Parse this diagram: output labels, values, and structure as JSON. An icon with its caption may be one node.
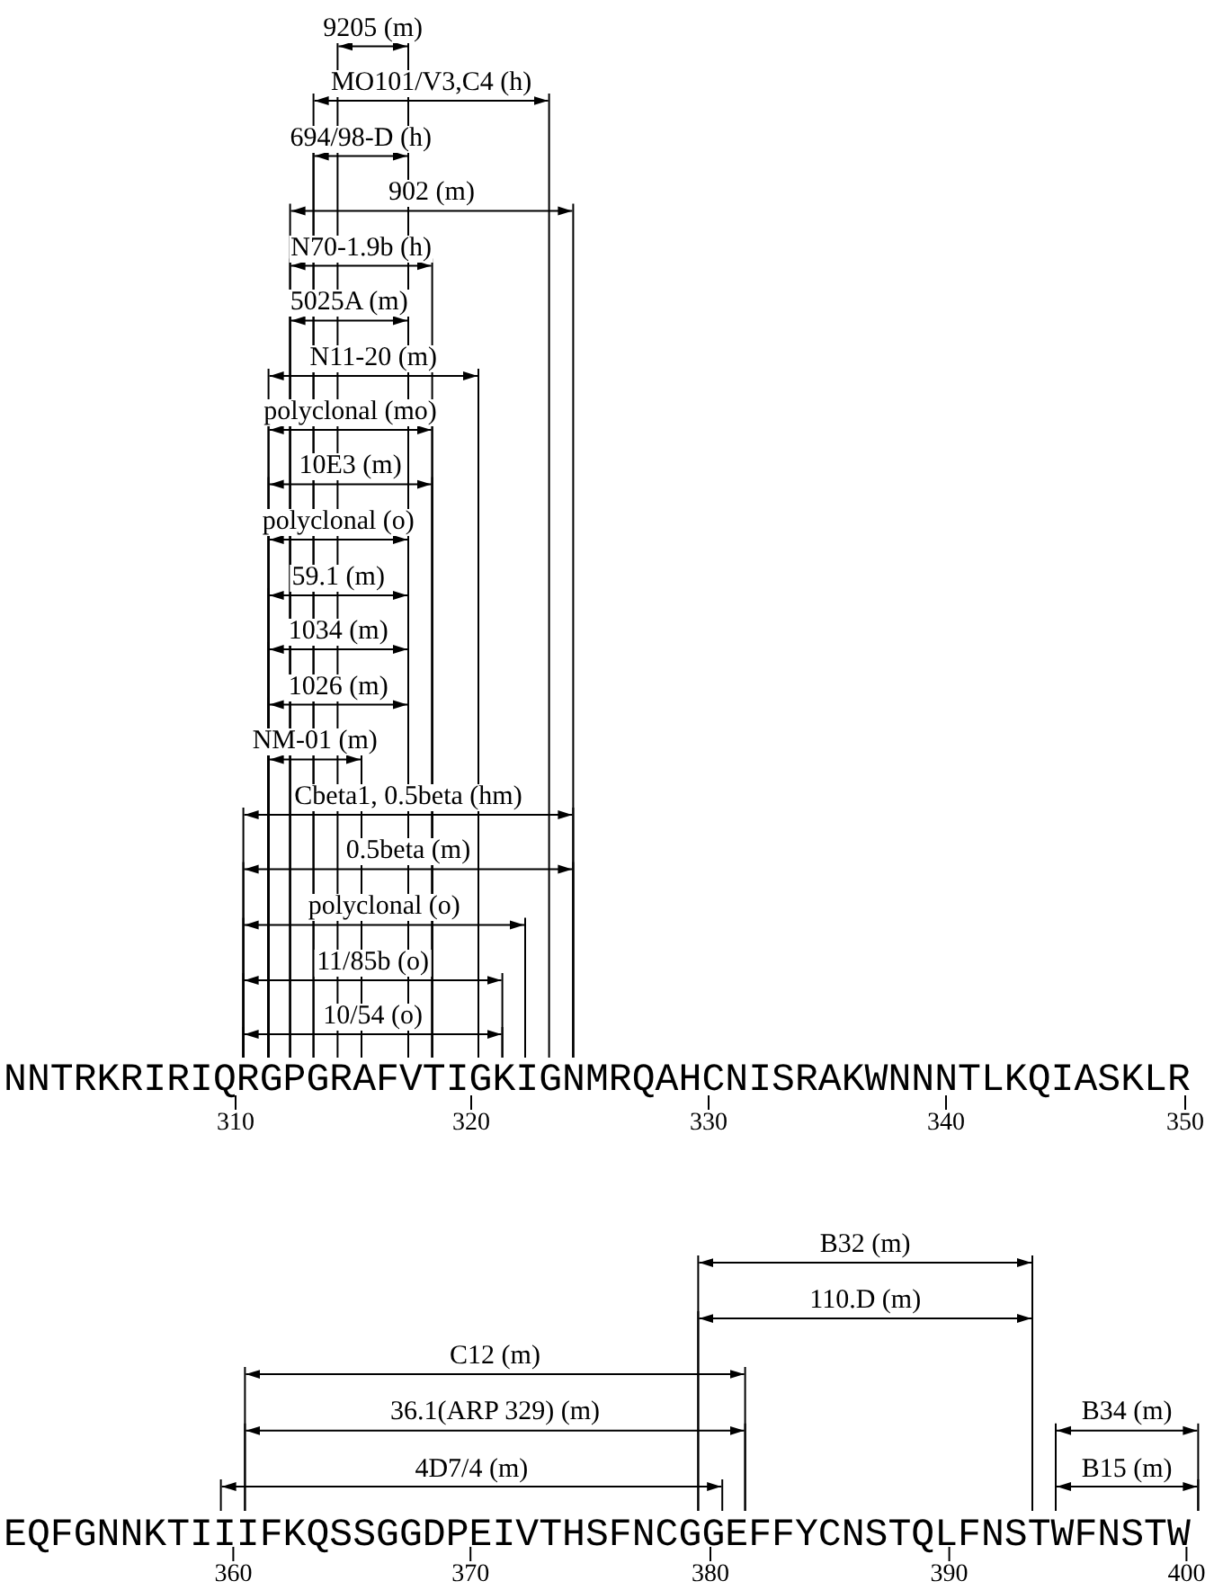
{
  "diagram": {
    "labels": [
      "9205 (m)",
      "MO101/V3,C4 (h)",
      "694/98-D (h)",
      "902 (m)",
      "N70-1.9b (h)",
      "5025A (m)",
      "N11-20 (m)",
      "polyclonal (mo)",
      "10E3 (m)",
      "polyclonal (o)",
      "59.1 (m)",
      "1034 (m)",
      "1026 (m)",
      "NM-01 (m)",
      "Cbeta1, 0.5beta (hm)",
      "0.5beta (m)",
      "polyclonal (o)",
      "11/85b (o)",
      "10/54 (o)",
      "NNTRKRIRIQRGPGRAFVTIGKIGNMRQAHCNISRAKWNNNTLKQIASKLR",
      "310",
      "320",
      "330",
      "340",
      "350",
      "B32 (m)",
      "110.D (m)",
      "C12 (m)",
      "36.1(ARP 329) (m)",
      "B34 (m)",
      "4D7/4 (m)",
      "B15 (m)",
      "EQFGNNKTIIIFKQSSGGDPEIVTHSFNCGGEFFYCNSTQLFNSTWFNSTW",
      "360",
      "370",
      "380",
      "390",
      "400"
    ]
  }
}
